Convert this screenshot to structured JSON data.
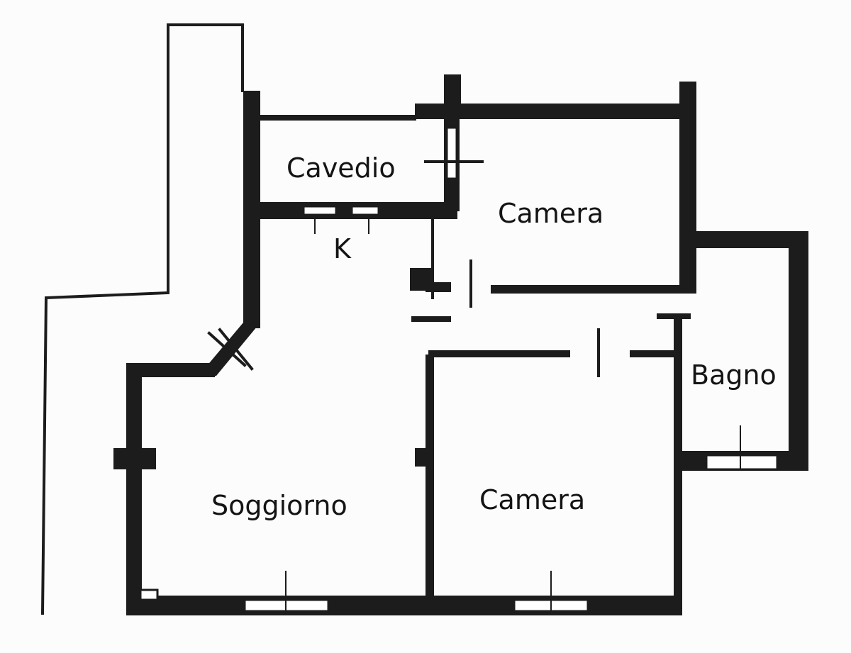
{
  "rooms": {
    "cavedio": "Cavedio",
    "kitchen": "K",
    "camera_top": "Camera",
    "bagno": "Bagno",
    "soggiorno": "Soggiorno",
    "camera_bottom": "Camera"
  },
  "colors": {
    "wall": "#1c1c1c",
    "paper": "#fcfcfc"
  }
}
